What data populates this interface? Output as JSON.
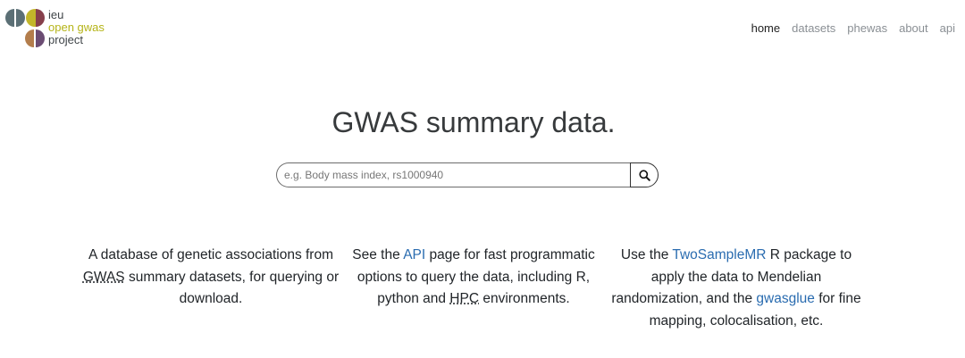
{
  "brand": {
    "line1": "ieu",
    "line2": "open gwas",
    "line3": "project",
    "circle_colors": [
      "#5b6f75",
      "#c2b62a",
      "#863f4c",
      "#b37d4c",
      "#6b4c73"
    ]
  },
  "nav": {
    "items": [
      {
        "label": "home",
        "active": true
      },
      {
        "label": "datasets"
      },
      {
        "label": "phewas"
      },
      {
        "label": "about"
      },
      {
        "label": "api"
      }
    ]
  },
  "hero": {
    "title": "GWAS summary data.",
    "search_placeholder": "e.g. Body mass index, rs1000940",
    "search_icon": "search-icon"
  },
  "columns": {
    "left": {
      "part1": "A database of genetic associations from ",
      "abbr": "GWAS",
      "part2": " summary datasets, for querying or download."
    },
    "middle": {
      "part1": "See the ",
      "link": "API",
      "part2": " page for fast programmatic options to query the data, including R, python and ",
      "abbr": "HPC",
      "part3": " environments."
    },
    "right": {
      "part1": "Use the ",
      "link1": "TwoSampleMR",
      "part2": " R package to apply the data to Mendelian randomization, and the ",
      "link2": "gwasglue",
      "part3": " for fine mapping, colocalisation, etc."
    }
  },
  "colors": {
    "link": "#2a6cb0",
    "title": "#373a3c"
  }
}
